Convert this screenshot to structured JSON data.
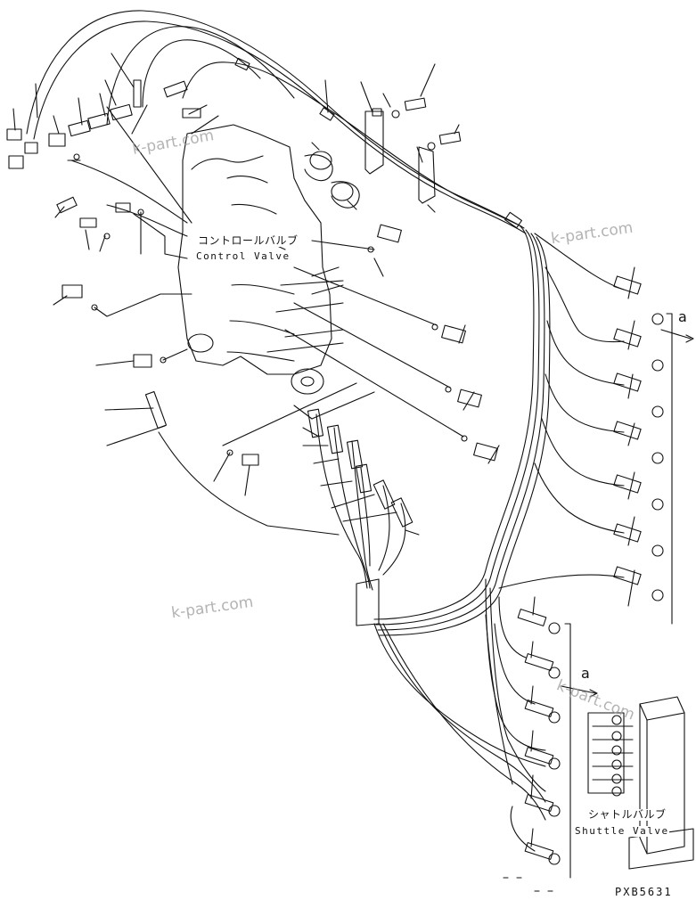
{
  "diagram": {
    "labels": {
      "control_valve_jp": "コントロールバルブ",
      "control_valve_en": "Control Valve",
      "shuttle_valve_jp": "シャトルバルブ",
      "shuttle_valve_en": "Shuttle Valve"
    },
    "markers": {
      "a_upper": "a",
      "a_lower": "a"
    },
    "drawing_code": "PXB5631",
    "watermarks": [
      "k-part.com",
      "k-part.com",
      "k-part.com",
      "k-part.com"
    ],
    "colors": {
      "line": "#111111",
      "watermark": "#9a9a9a",
      "background": "#ffffff"
    }
  }
}
